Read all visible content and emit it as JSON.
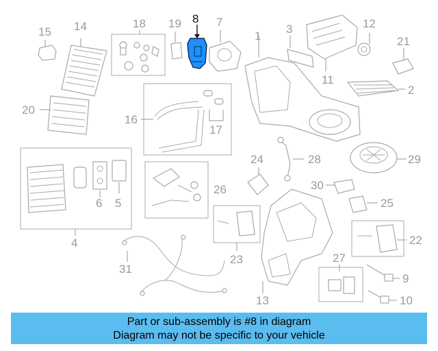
{
  "callouts": {
    "n1": "1",
    "n2": "2",
    "n3": "3",
    "n4": "4",
    "n5": "5",
    "n6": "6",
    "n7": "7",
    "n8": "8",
    "n9": "9",
    "n10": "10",
    "n11": "11",
    "n12": "12",
    "n13": "13",
    "n14": "14",
    "n15": "15",
    "n16": "16",
    "n17": "17",
    "n18": "18",
    "n19": "19",
    "n20": "20",
    "n21": "21",
    "n22": "22",
    "n23": "23",
    "n24": "24",
    "n25": "25",
    "n26": "26",
    "n27": "27",
    "n28": "28",
    "n29": "29",
    "n30": "30",
    "n31": "31"
  },
  "highlight_color": "#1e90ff",
  "banner": {
    "line1": "Part or sub-assembly is #8 in diagram",
    "line2": "Diagram may not be specific to your vehicle",
    "background": "#5bbcf0"
  }
}
